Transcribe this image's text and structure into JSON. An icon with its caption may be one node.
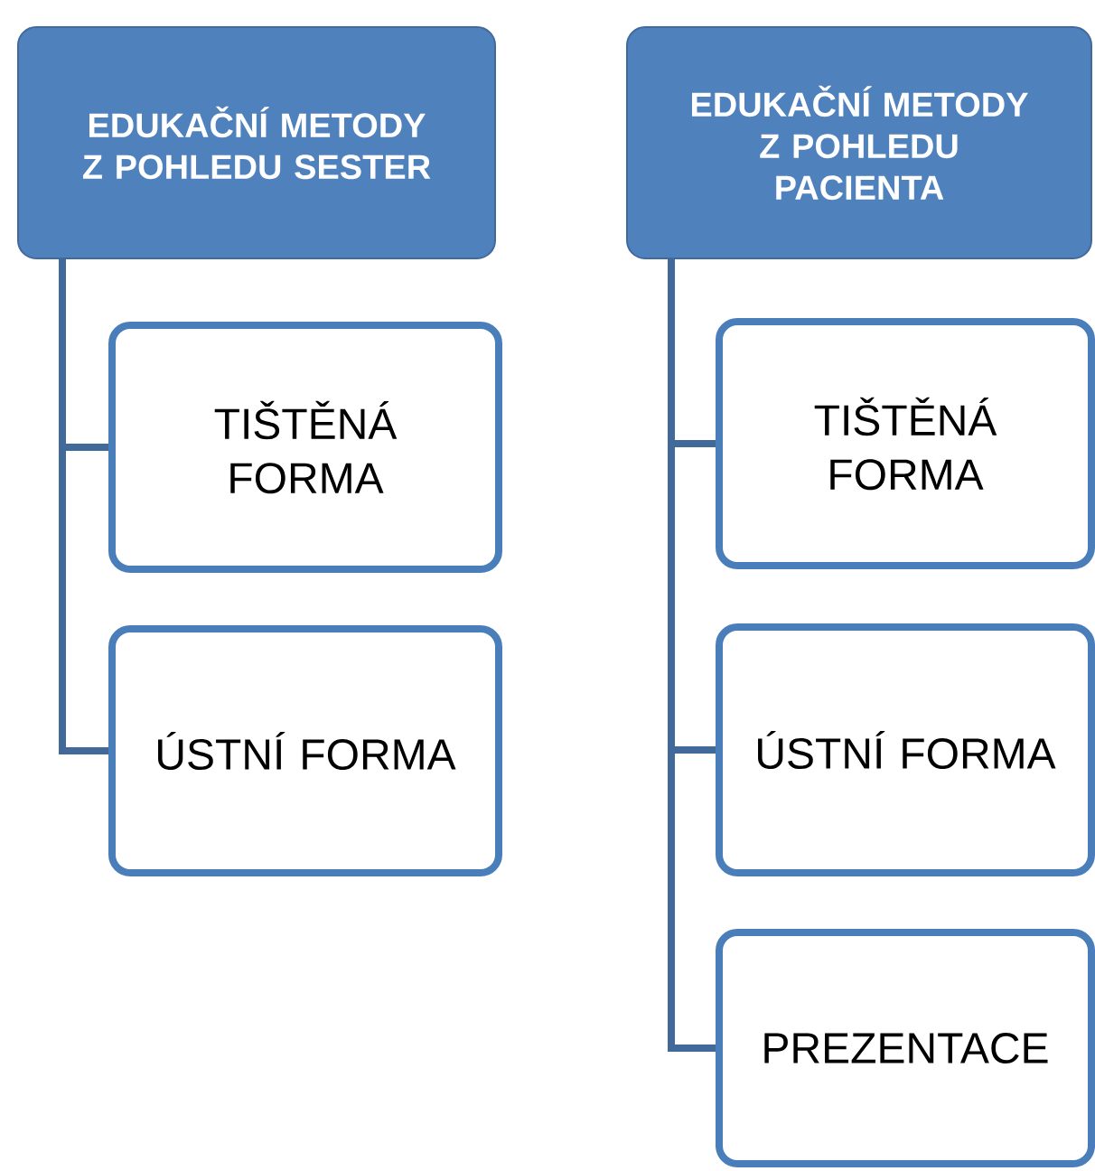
{
  "diagram": {
    "nodes": [
      {
        "text": [
          "EDUKAČNÍ METODY Z POHLEDU SESTER"
        ]
      },
      {
        "text": [
          "TIŠTĚNÁ FORMA"
        ]
      },
      {
        "text": [
          "ÚSTNÍ FORMA"
        ]
      },
      {
        "text": [
          "EDUKAČNÍ METODY Z POHLEDU PACIENTA"
        ]
      },
      {
        "text": [
          "TIŠTĚNÁ FORMA"
        ]
      },
      {
        "text": [
          "ÚSTNÍ FORMA"
        ]
      },
      {
        "text": [
          "PREZENTACE"
        ]
      }
    ],
    "edges": [
      {
        "from": 0,
        "to": 1,
        "arrow": "none"
      },
      {
        "from": 0,
        "to": 2,
        "arrow": "none"
      },
      {
        "from": 3,
        "to": 4,
        "arrow": "none"
      },
      {
        "from": 3,
        "to": 5,
        "arrow": "none"
      },
      {
        "from": 3,
        "to": 6,
        "arrow": "none"
      }
    ]
  }
}
